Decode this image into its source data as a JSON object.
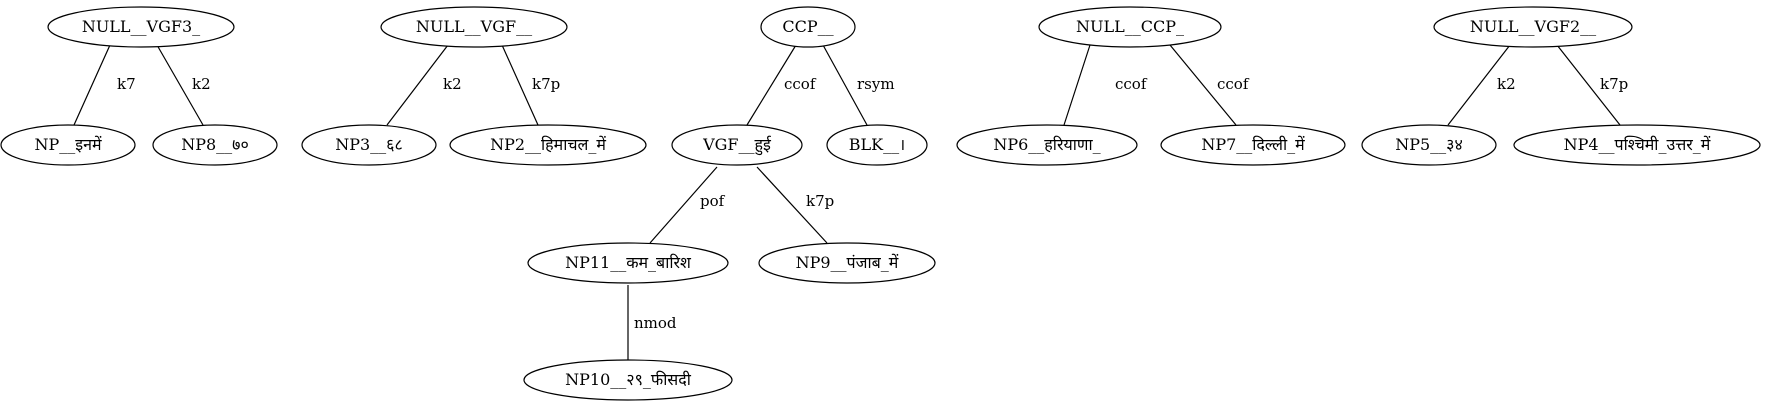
{
  "graph": {
    "nodes": {
      "null_vgf3": "NULL__VGF3_",
      "np_in": "NP__इनमें",
      "np8": "NP8__७०",
      "null_vgf": "NULL__VGF__",
      "np3": "NP3__६८",
      "np2": "NP2__हिमाचल_में",
      "ccp": "CCP__",
      "vgf": "VGF__हुई",
      "blk": "BLK__।",
      "np11": "NP11__कम_बारिश",
      "np9": "NP9__पंजाब_में",
      "np10": "NP10__२९_फीसदी",
      "null_ccp": "NULL__CCP_",
      "np6": "NP6__हरियाणा_",
      "np7": "NP7__दिल्ली_में",
      "null_vgf2": "NULL__VGF2__",
      "np5": "NP5__३४",
      "np4": "NP4__पश्चिमी_उत्तर_में"
    },
    "edges": {
      "null_vgf3_np_in": "k7",
      "null_vgf3_np8": "k2",
      "null_vgf_np3": "k2",
      "null_vgf_np2": "k7p",
      "ccp_vgf": "ccof",
      "ccp_blk": "rsym",
      "vgf_np11": "pof",
      "vgf_np9": "k7p",
      "np11_np10": "nmod",
      "null_ccp_np6": "ccof",
      "null_ccp_np7": "ccof",
      "null_vgf2_np5": "k2",
      "null_vgf2_np4": "k7p"
    }
  }
}
